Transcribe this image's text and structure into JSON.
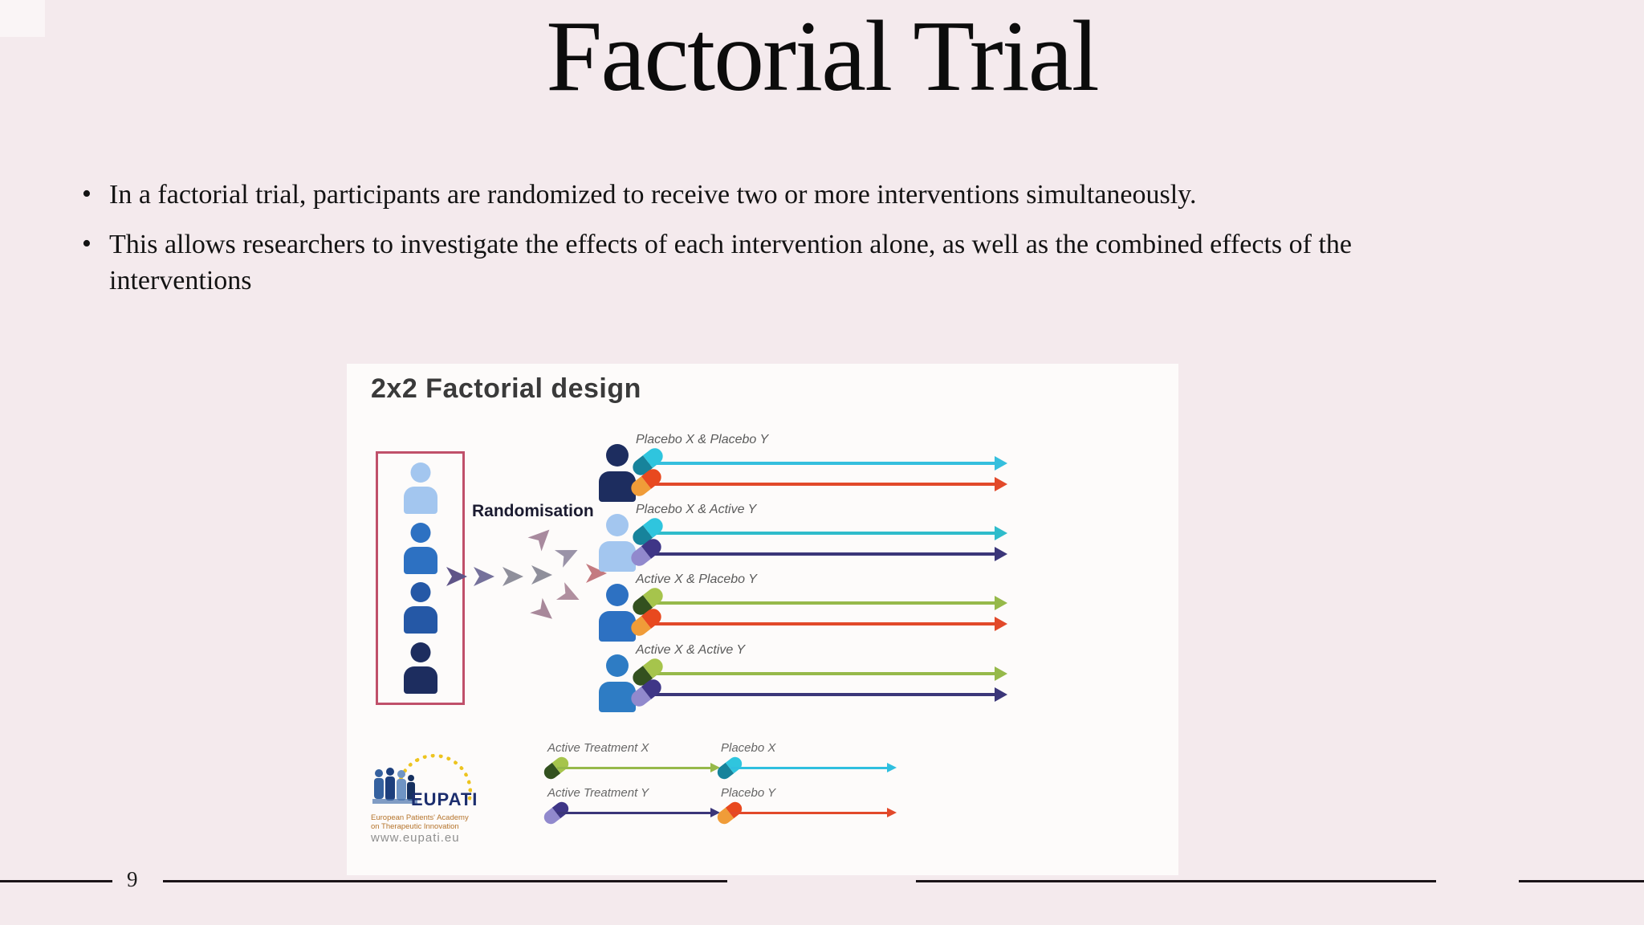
{
  "slide": {
    "title": "Factorial Trial",
    "bullets": [
      "In a factorial trial, participants are randomized to receive two or more interventions simultaneously.",
      "This allows researchers to investigate the effects of each intervention alone, as well as the combined effects of the interventions"
    ],
    "page_number": "9"
  },
  "diagram": {
    "heading": "2x2 Factorial design",
    "randomisation_label": "Randomisation",
    "pool": {
      "box_border_color": "#c0506a",
      "person_colors": [
        "#a3c6ef",
        "#2d71c2",
        "#2558a6",
        "#1d2d5f"
      ]
    },
    "arms": [
      {
        "label": "Placebo X & Placebo Y",
        "person_color": "#1d2d5f",
        "lines": [
          {
            "color": "#35bfdd",
            "pill_left": "#17839b",
            "pill_right": "#2fc5de"
          },
          {
            "color": "#e2492a",
            "pill_left": "#f09c38",
            "pill_right": "#e8491f"
          }
        ]
      },
      {
        "label": "Placebo X & Active Y",
        "person_color": "#a3c6ef",
        "lines": [
          {
            "color": "#2fbccb",
            "pill_left": "#17839b",
            "pill_right": "#2fc5de"
          },
          {
            "color": "#3b3679",
            "pill_left": "#9189cd",
            "pill_right": "#3f3687"
          }
        ]
      },
      {
        "label": "Active X & Placebo Y",
        "person_color": "#2d71c2",
        "lines": [
          {
            "color": "#96b94a",
            "pill_left": "#33511f",
            "pill_right": "#a6c44c"
          },
          {
            "color": "#e2492a",
            "pill_left": "#f09c38",
            "pill_right": "#e8491f"
          }
        ]
      },
      {
        "label": "Active X & Active Y",
        "person_color": "#2e7cc4",
        "lines": [
          {
            "color": "#96b94a",
            "pill_left": "#33511f",
            "pill_right": "#a6c44c"
          },
          {
            "color": "#3b3679",
            "pill_left": "#9189cd",
            "pill_right": "#3f3687"
          }
        ]
      }
    ],
    "legend": [
      {
        "label": "Active Treatment X",
        "color": "#96b94a",
        "pill_left": "#33511f",
        "pill_right": "#a6c44c"
      },
      {
        "label": "Placebo X",
        "color": "#2fbfdf",
        "pill_left": "#17839b",
        "pill_right": "#2fc5de"
      },
      {
        "label": "Active Treatment Y",
        "color": "#3b3679",
        "pill_left": "#9189cd",
        "pill_right": "#3f3687"
      },
      {
        "label": "Placebo Y",
        "color": "#e2492a",
        "pill_left": "#f09c38",
        "pill_right": "#e8491f"
      }
    ],
    "flow_arrow_colors": [
      "#5f5488",
      "#75719b",
      "#8f8f9b",
      "#a88a9e",
      "#9a93a8",
      "#b08f9f",
      "#a8889a",
      "#c47a80"
    ],
    "logo": {
      "name": "EUPATI",
      "tagline_line1": "European Patients' Academy",
      "tagline_line2": "on Therapeutic Innovation",
      "website": "www.eupati.eu"
    }
  },
  "colors": {
    "background": "#f4eaed",
    "panel": "#fdfbfa",
    "pool_box_border": "#c0506a"
  }
}
